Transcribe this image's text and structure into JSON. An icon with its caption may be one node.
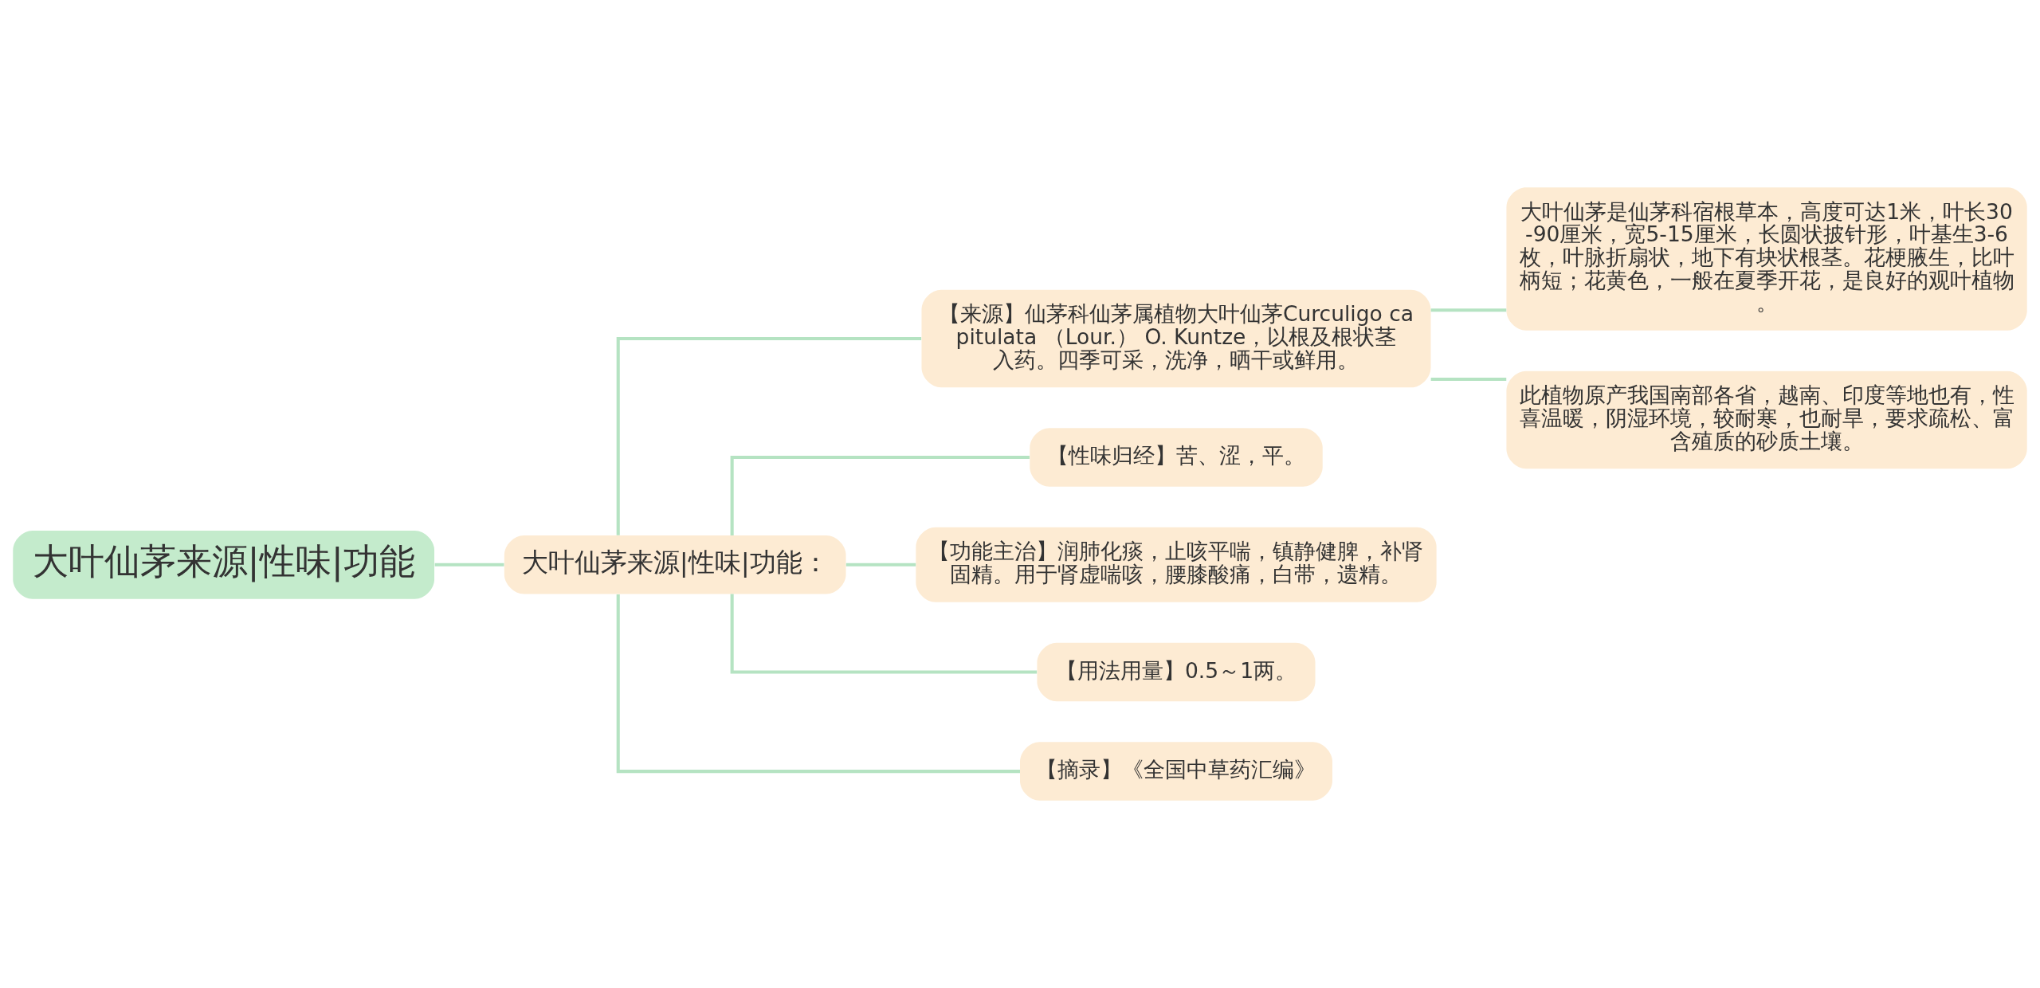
{
  "diagram": {
    "nodes": [
      {
        "text": [
          "大叶仙茅来源|性味|功能"
        ]
      },
      {
        "text": [
          "大叶仙茅来源|性味|功能："
        ]
      },
      {
        "text": [
          "【来源】仙茅科仙茅属植物大叶仙茅Curculigo capitulata （Lour.） O. Kuntze，以根及根状茎入药。四季可采，洗净，晒干或鲜用。"
        ]
      },
      {
        "text": [
          "大叶仙茅是仙茅科宿根草本，高度可达1米，叶长30-90厘米，宽5-15厘米，长圆状披针形，叶基生3-6枚，叶脉折扇状，地下有块状根茎。花梗腋生，比叶柄短；花黄色，一般在夏季开花，是良好的观叶植物。"
        ]
      },
      {
        "text": [
          "此植物原产我国南部各省，越南、印度等地也有，性喜温暖，阴湿环境，较耐寒，也耐旱，要求疏松、富含殖质的砂质土壤。"
        ]
      },
      {
        "text": [
          "【性味归经】苦、涩，平。"
        ]
      },
      {
        "text": [
          "【功能主治】润肺化痰，止咳平喘，镇静健脾，补肾固精。用于肾虚喘咳，腰膝酸痛，白带，遗精。"
        ]
      },
      {
        "text": [
          "【用法用量】0.5～1两。"
        ]
      },
      {
        "text": [
          "【摘录】《全国中草药汇编》"
        ]
      }
    ],
    "edges": [
      {
        "from": 0,
        "to": 1,
        "arrow": "none"
      },
      {
        "from": 1,
        "to": 2,
        "arrow": "none"
      },
      {
        "from": 2,
        "to": 3,
        "arrow": "none"
      },
      {
        "from": 2,
        "to": 4,
        "arrow": "none"
      },
      {
        "from": 1,
        "to": 5,
        "arrow": "none"
      },
      {
        "from": 1,
        "to": 6,
        "arrow": "none"
      },
      {
        "from": 1,
        "to": 7,
        "arrow": "none"
      },
      {
        "from": 1,
        "to": 8,
        "arrow": "none"
      }
    ]
  }
}
